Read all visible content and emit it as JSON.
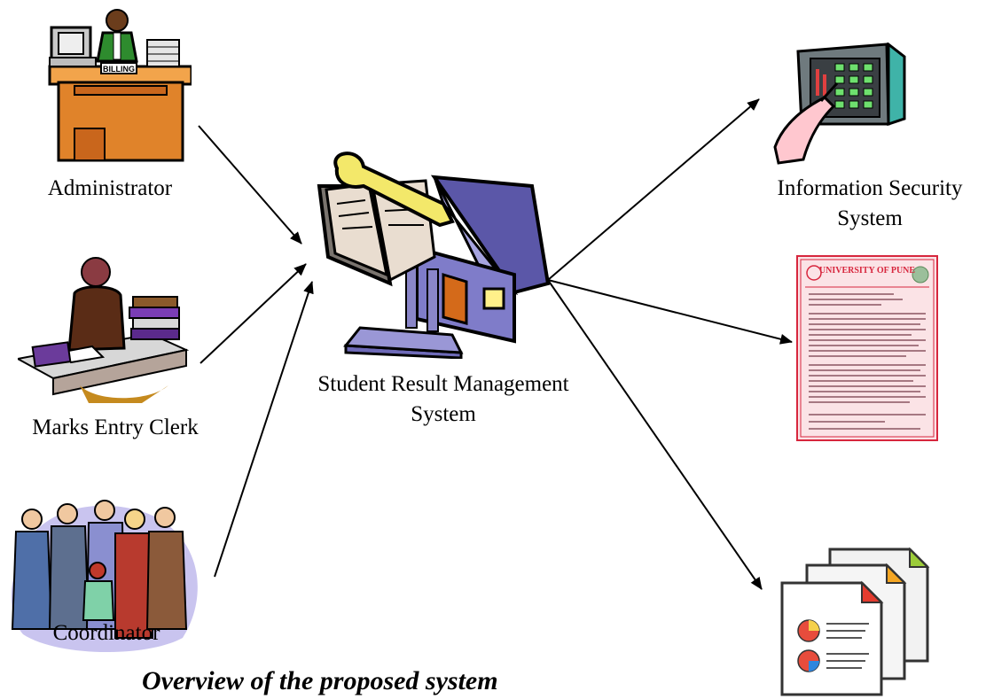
{
  "actors": {
    "administrator": "Administrator",
    "clerk": "Marks Entry Clerk",
    "coordinator": "Coordinator"
  },
  "center": {
    "line1": "Student Result Management",
    "line2": "System"
  },
  "outputs": {
    "security_line1": "Information Security",
    "security_line2": "System",
    "marksheet_title": "UNIVERSITY OF PUNE"
  },
  "caption": "Overview of the proposed system",
  "colors": {
    "arrow": "#000000",
    "building_roof": "#5b57a8",
    "book_pages": "#e9ddd0",
    "marksheet_border": "#d7263d",
    "marksheet_bg": "#fbe3e6"
  },
  "icons": {
    "administrator": "clerk-at-desk-icon",
    "clerk": "woman-with-books-icon",
    "coordinator": "group-of-people-icon",
    "center": "school-building-book-icon",
    "security": "keypad-icon",
    "marksheet": "marksheet-document-icon",
    "reports": "report-documents-icon"
  }
}
